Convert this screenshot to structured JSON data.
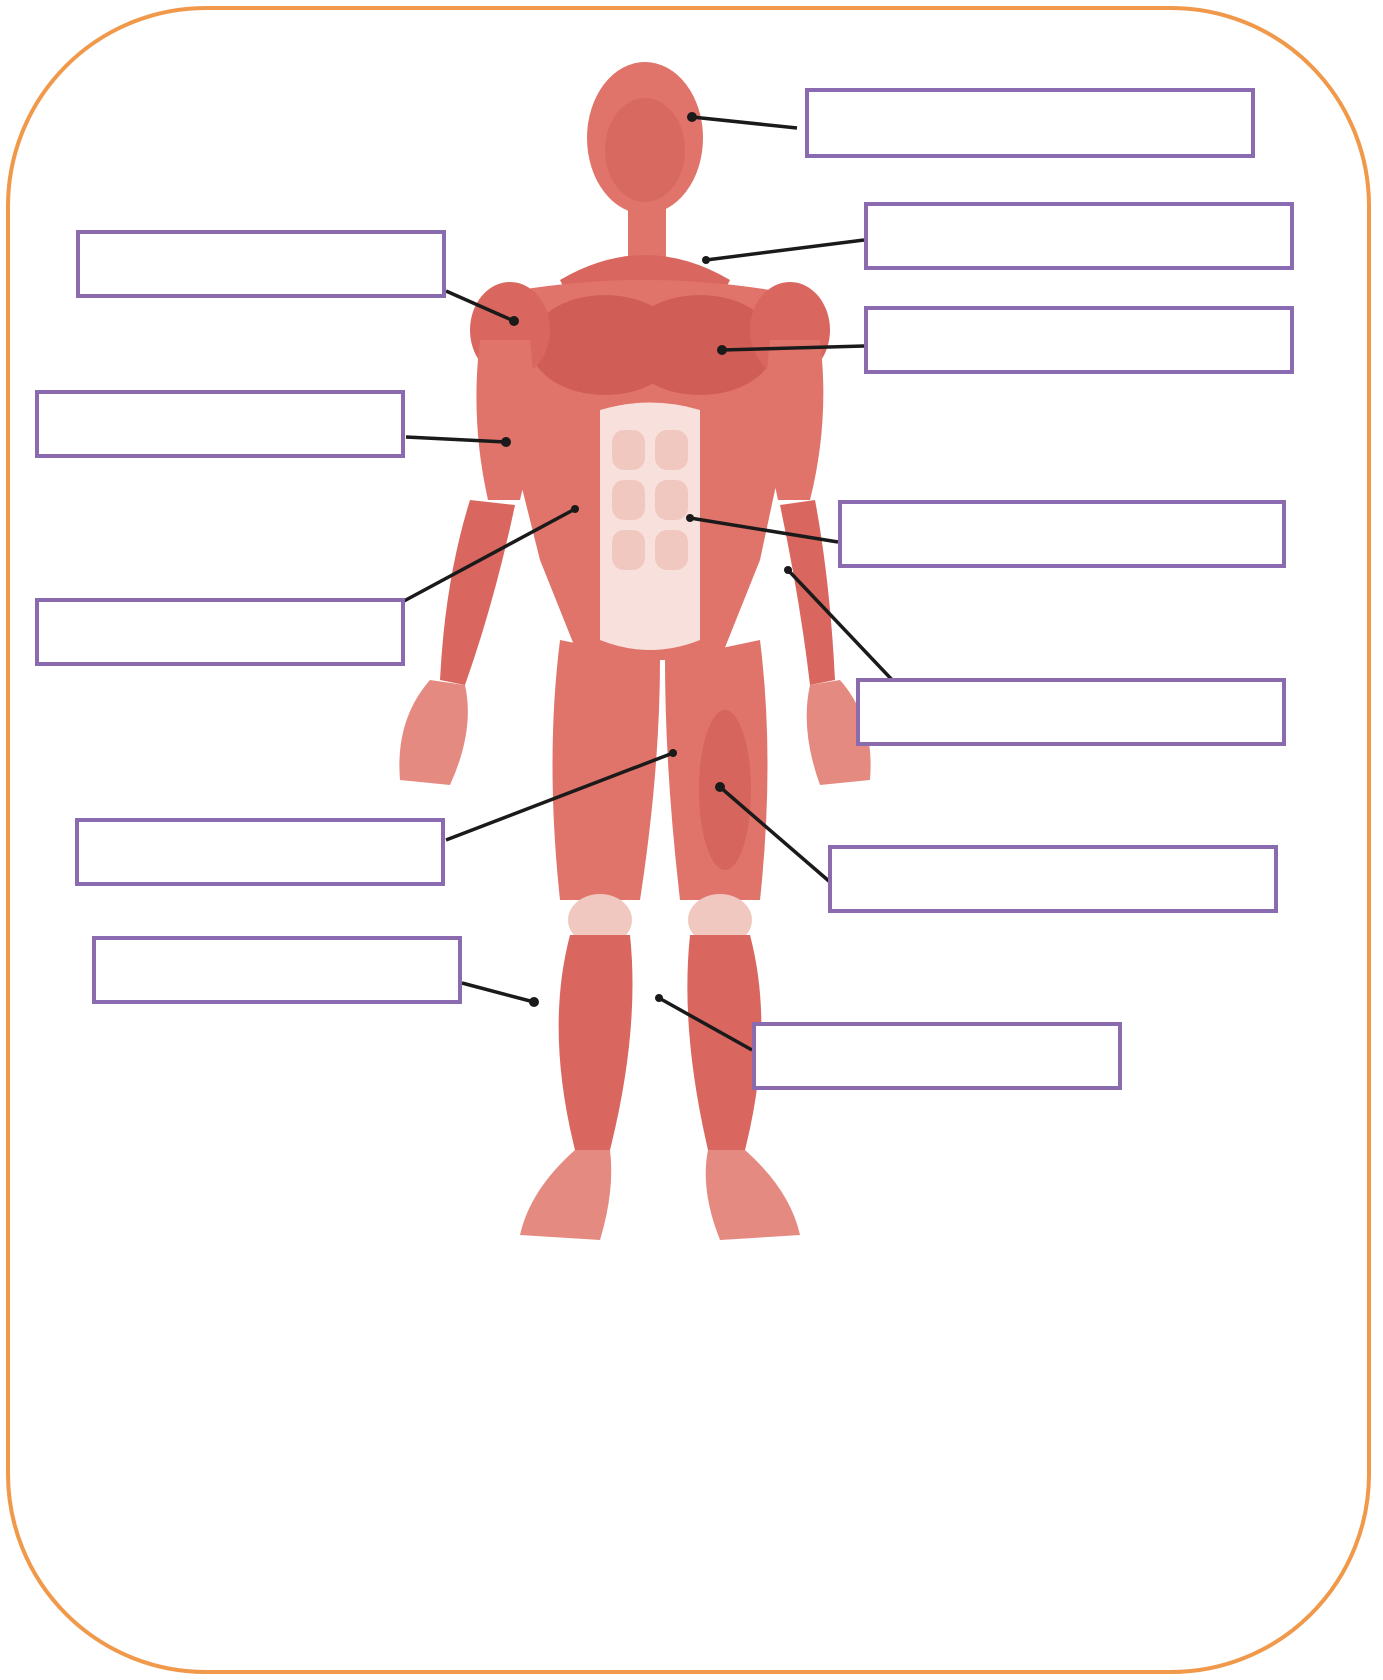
{
  "colors": {
    "frame_border": "#F0994A",
    "label_box_border": "#8A6BB0",
    "muscle_fill": "#E0736A",
    "muscle_dark": "#C8554D",
    "tendon_fill": "#F8E1DC",
    "leader_line": "#1a1a1a"
  },
  "illustration": {
    "icon": "anatomical-human-muscular-system"
  },
  "label_boxes": [
    {
      "name": "label-box-head",
      "value": ""
    },
    {
      "name": "label-box-neck",
      "value": ""
    },
    {
      "name": "label-box-chest",
      "value": ""
    },
    {
      "name": "label-box-abdomen",
      "value": ""
    },
    {
      "name": "label-box-forearm-right",
      "value": ""
    },
    {
      "name": "label-box-thigh-right",
      "value": ""
    },
    {
      "name": "label-box-shin-right",
      "value": ""
    },
    {
      "name": "label-box-shoulder",
      "value": ""
    },
    {
      "name": "label-box-upper-arm",
      "value": ""
    },
    {
      "name": "label-box-side-torso",
      "value": ""
    },
    {
      "name": "label-box-inner-thigh",
      "value": ""
    },
    {
      "name": "label-box-calf",
      "value": ""
    }
  ]
}
